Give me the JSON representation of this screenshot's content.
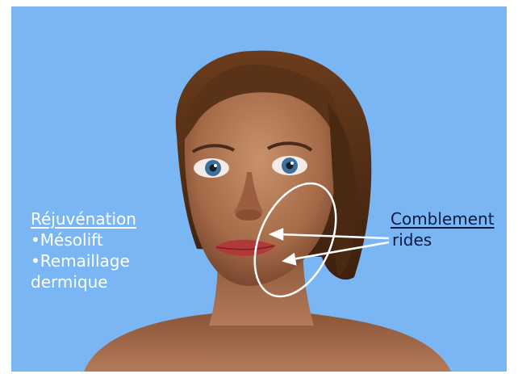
{
  "colors": {
    "background": "#7ab6f4",
    "left_text": "#ffffff",
    "right_text": "#0a1a40",
    "annotation": "#ffffff"
  },
  "left": {
    "heading": "Réjuvénation",
    "items": [
      "•Mésolift",
      "•Remaillage",
      "dermique"
    ]
  },
  "right": {
    "heading": "Comblement",
    "items": [
      "rides"
    ]
  },
  "figure": {
    "subject": "3d-rendered-female-face-illustration"
  }
}
